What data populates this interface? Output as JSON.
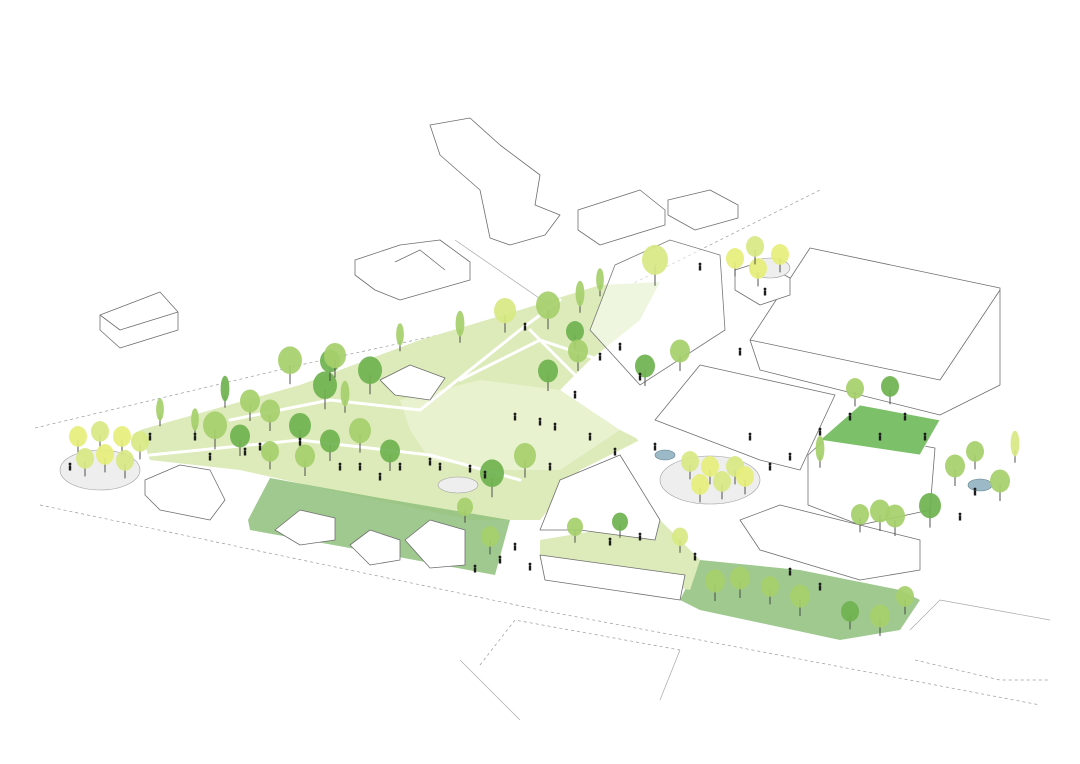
{
  "diagram": {
    "type": "axonometric-site-plan",
    "colors": {
      "background": "#ffffff",
      "lawn": "#dcebb9",
      "lawn_light": "#e8f2cf",
      "green_roof": "#8fbf7c",
      "court": "#7cc16a",
      "tree_dark": "#6fb24f",
      "tree_mid": "#a6cf6b",
      "tree_light": "#d7e883",
      "tree_yellow": "#e6ee7a",
      "linework": "#6f6f6f"
    },
    "elements": [
      "building-outline",
      "green-roof",
      "park-lawn",
      "tree",
      "conifer-tree",
      "person-figure",
      "sports-court",
      "fountain",
      "plaza",
      "road-outline"
    ]
  }
}
